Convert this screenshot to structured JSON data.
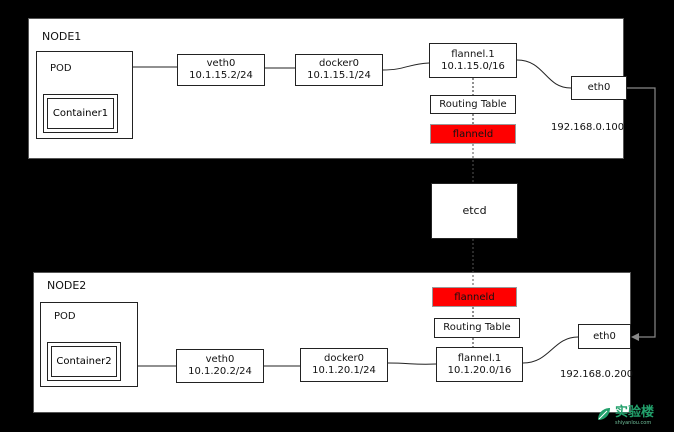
{
  "node1": {
    "title": "NODE1",
    "pod_label": "POD",
    "container": "Container1",
    "veth_name": "veth0",
    "veth_ip": "10.1.15.2/24",
    "docker_name": "docker0",
    "docker_ip": "10.1.15.1/24",
    "flannel_name": "flannel.1",
    "flannel_ip": "10.1.15.0/16",
    "routing": "Routing Table",
    "flanneld": "flanneld",
    "eth": "eth0",
    "host_ip": "192.168.0.100"
  },
  "etcd": "etcd",
  "node2": {
    "title": "NODE2",
    "pod_label": "POD",
    "container": "Container2",
    "veth_name": "veth0",
    "veth_ip": "10.1.20.2/24",
    "docker_name": "docker0",
    "docker_ip": "10.1.20.1/24",
    "flannel_name": "flannel.1",
    "flannel_ip": "10.1.20.0/16",
    "routing": "Routing Table",
    "flanneld": "flanneld",
    "eth": "eth0",
    "host_ip": "192.168.0.200"
  },
  "watermark": {
    "main": "实验楼",
    "sub": "shiyanlou.com"
  },
  "colors": {
    "flanneld": "#ff0000",
    "background": "#000000",
    "watermark": "#22a06b"
  }
}
